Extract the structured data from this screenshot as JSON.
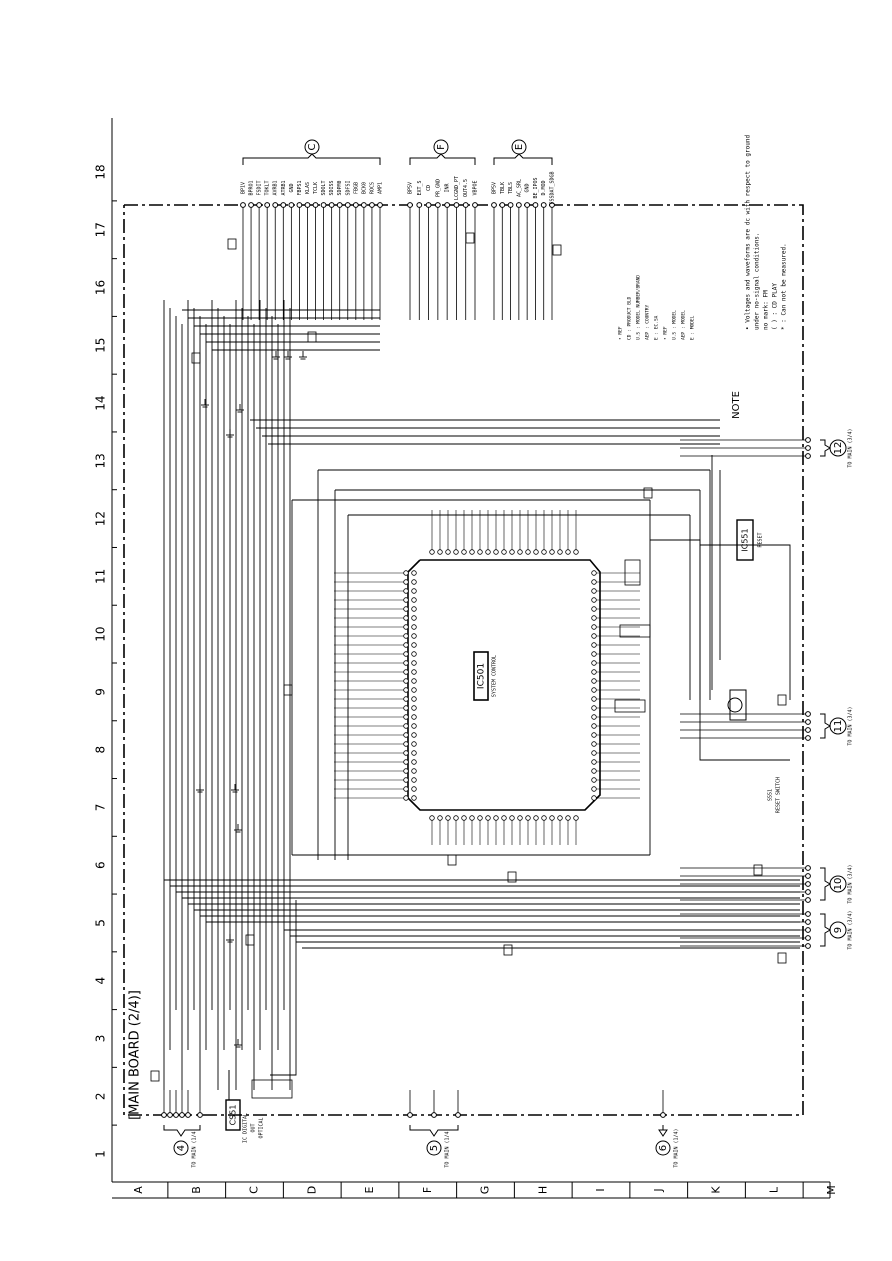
{
  "board_title": "[MAIN BOARD (2/4)]",
  "col_numbers": [
    "1",
    "2",
    "3",
    "4",
    "5",
    "6",
    "7",
    "8",
    "9",
    "10",
    "11",
    "12",
    "13",
    "14",
    "15",
    "16",
    "17",
    "18"
  ],
  "row_letters": [
    "A",
    "B",
    "C",
    "D",
    "E",
    "F",
    "G",
    "H",
    "I",
    "J",
    "K",
    "L",
    "M"
  ],
  "connector_markers": [
    {
      "id": "C",
      "labels": [
        "BP1V",
        "BPRO1",
        "FSDIT",
        "TOKLT",
        "AVRB1",
        "ATRB1",
        "GND",
        "FBPS1",
        "KLAS",
        "TCLK",
        "SDOLT",
        "SDISS",
        "SDPM0",
        "SDFSI",
        "FBGB",
        "BCK0",
        "ROCS",
        "AMP1"
      ]
    },
    {
      "id": "F",
      "labels": [
        "BP5V",
        "EXT_S",
        "CD",
        "PR_GND",
        "INR",
        "LCGND_PT",
        "OUT4.5",
        "VBPOE"
      ]
    },
    {
      "id": "E",
      "labels": [
        "BP5V",
        "TBLK",
        "TBLS",
        "AC_SRL",
        "GND",
        "BE_IPOS",
        "D.MOD",
        "FSSDAT_SDGB"
      ]
    }
  ],
  "left_ports": [
    {
      "num": "4",
      "to": "TO MAIN (1/4)"
    },
    {
      "num": "5",
      "to": "TO MAIN (1/4)"
    },
    {
      "num": "6",
      "to": "TO MAIN (1/4)"
    }
  ],
  "right_ports": [
    {
      "num": "9",
      "to": "TO MAIN (3/4)"
    },
    {
      "num": "10",
      "to": "TO MAIN (3/4)"
    },
    {
      "num": "11",
      "to": "TO MAIN (3/4)"
    },
    {
      "num": "12",
      "to": "TO MAIN (3/4)"
    }
  ],
  "ic501": {
    "ref": "IC501",
    "desc": "SYSTEM CONTROL"
  },
  "ic551": {
    "ref": "IC551",
    "desc": "RESET"
  },
  "ic551_switch": {
    "ref": "S551",
    "desc": "RESET SWITCH"
  },
  "cs51": {
    "ref": "CS51",
    "desc1": "IC DIGITAL",
    "desc2": "OUT",
    "desc3": "OPTICAL"
  },
  "note": {
    "title": "NOTE",
    "lines": [
      "• Voltages and waveforms are dc with respect to ground",
      "  under no-signal conditions.",
      "  no mark: FM",
      "  (   ) : CD PLAY",
      "  *   : Can not be measured."
    ]
  },
  "ref_block": {
    "lines": [
      "• REF",
      "  CD : PRODUCT BLD",
      "  U.S : MODEL NUMBER/BRAND",
      "  AEP : COUNTRY",
      "  E : EC.SA",
      "• REF",
      "  U.S : MODEL",
      "  AEP : MODEL",
      "  E : MODEL"
    ]
  }
}
